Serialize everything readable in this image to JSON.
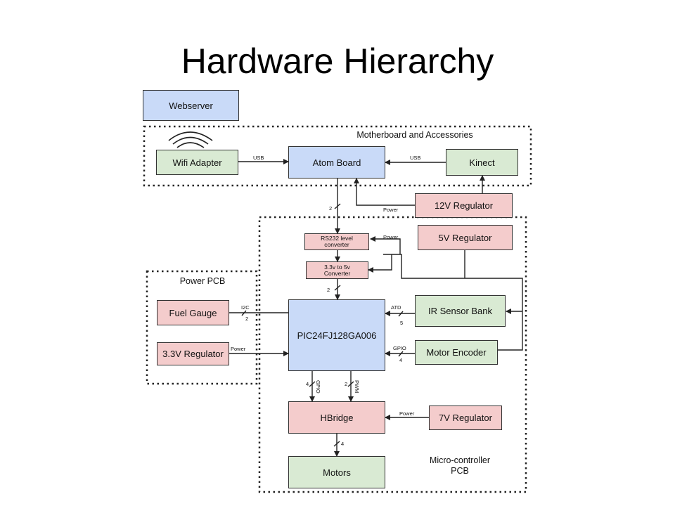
{
  "title": "Hardware Hierarchy",
  "groups": {
    "motherboard": "Motherboard and Accessories",
    "power_pcb": "Power PCB",
    "mcu_pcb": "Micro-controller\nPCB"
  },
  "nodes": {
    "webserver": "Webserver",
    "wifi": "Wifi Adapter",
    "atom": "Atom Board",
    "kinect": "Kinect",
    "reg12": "12V Regulator",
    "rs232": "RS232 level\nconverter",
    "conv": "3.3v to 5v\nConverter",
    "reg5": "5V Regulator",
    "fuel": "Fuel Gauge",
    "reg33": "3.3V Regulator",
    "pic": "PIC24FJ128GA006",
    "ir": "IR Sensor Bank",
    "encoder": "Motor Encoder",
    "hbridge": "HBridge",
    "reg7": "7V Regulator",
    "motors": "Motors"
  },
  "edge_labels": {
    "usb_left": "USB",
    "usb_right": "USB",
    "power_12v": "Power",
    "power_5v": "Power",
    "power_33v": "Power",
    "power_7v": "Power",
    "i2c": "I2C",
    "atd": "ATD",
    "gpio_enc": "GPIO",
    "gpio_hb": "GPIO",
    "pwm": "PWM"
  },
  "bus_widths": {
    "atom_rs232": "2",
    "conv_pic": "2",
    "i2c": "2",
    "atd": "5",
    "gpio_enc": "4",
    "gpio_hb": "4",
    "pwm": "2",
    "motors": "4"
  },
  "colors": {
    "compute_blue": "#c9daf8",
    "peripheral_green": "#d9ead3",
    "power_pink": "#f4cccc",
    "line": "#222222"
  }
}
